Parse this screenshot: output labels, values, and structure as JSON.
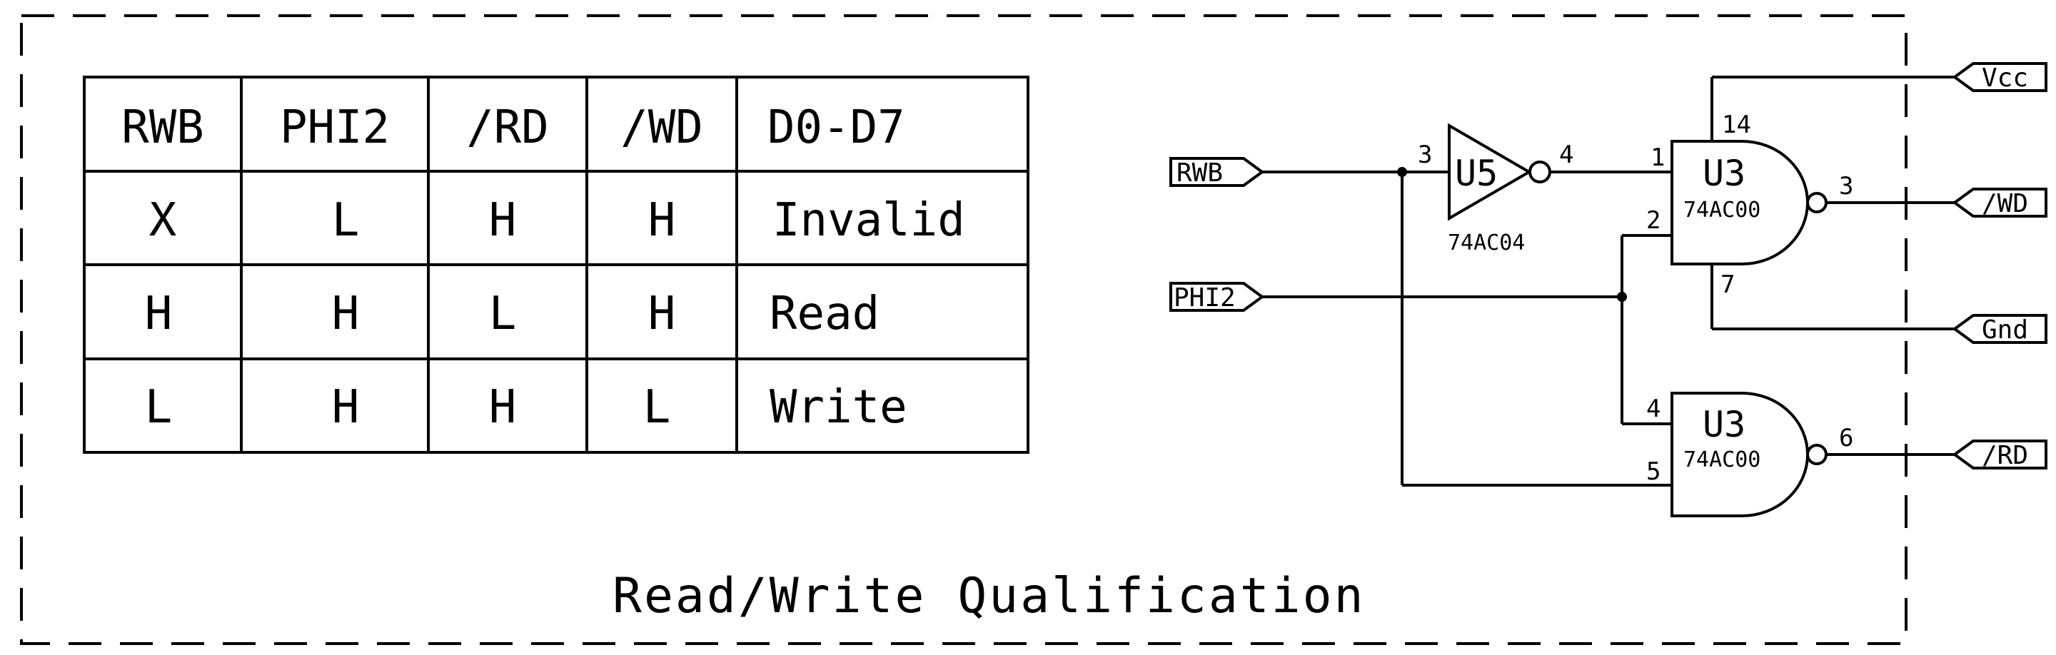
{
  "title": "Read/Write Qualification",
  "table": {
    "headers": [
      "RWB",
      "PHI2",
      "/RD",
      "/WD",
      "D0-D7"
    ],
    "rows": [
      [
        "X",
        "L",
        "H",
        "H",
        "Invalid"
      ],
      [
        "H",
        "H",
        "L",
        "H",
        "Read"
      ],
      [
        "L",
        "H",
        "H",
        "L",
        "Write"
      ]
    ]
  },
  "ports": {
    "rwb": "RWB",
    "phi2": "PHI2",
    "vcc": "Vcc",
    "wd": "/WD",
    "gnd": "Gnd",
    "rd": "/RD"
  },
  "inverter": {
    "ref": "U5",
    "part": "74AC04",
    "pin_in": "3",
    "pin_out": "4"
  },
  "nand_top": {
    "ref": "U3",
    "part": "74AC00",
    "pin_a": "1",
    "pin_b": "2",
    "pin_out": "3",
    "pin_vcc": "14",
    "pin_gnd": "7"
  },
  "nand_bottom": {
    "ref": "U3",
    "part": "74AC00",
    "pin_a": "4",
    "pin_b": "5",
    "pin_out": "6"
  }
}
